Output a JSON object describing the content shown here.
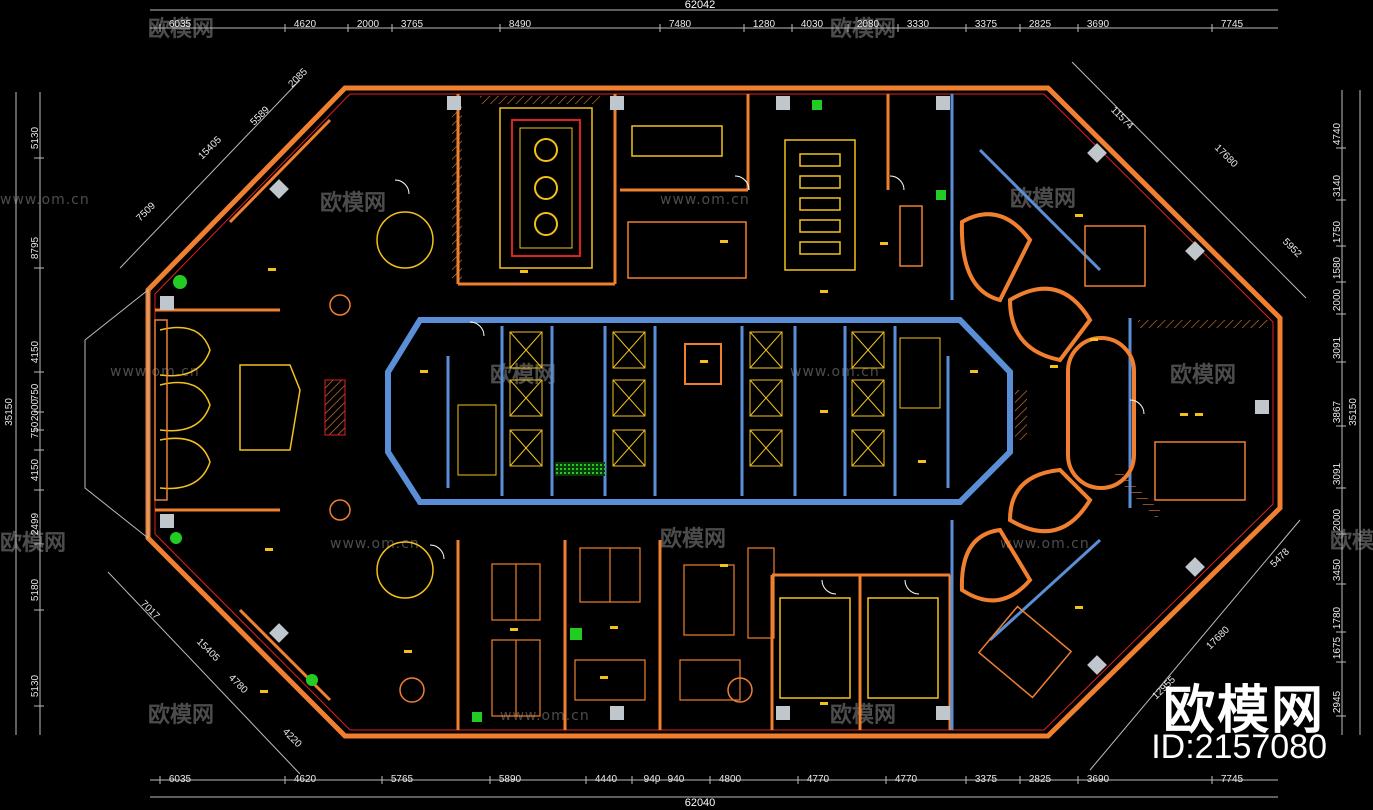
{
  "dimensions": {
    "total_top": "62042",
    "total_bottom": "62040",
    "top_row": [
      "6035",
      "4620",
      "2000",
      "3765",
      "8490",
      "7480",
      "1280",
      "4030",
      "2080",
      "3330",
      "3375",
      "2825",
      "3690",
      "7745"
    ],
    "bottom_row": [
      "6035",
      "4620",
      "5765",
      "5890",
      "4440",
      "940",
      "940",
      "4800",
      "4770",
      "4770",
      "3375",
      "2825",
      "3690",
      "7745"
    ],
    "left_col": [
      "5130",
      "8795",
      "4150",
      "750",
      "2000",
      "750",
      "4150",
      "2499",
      "5180",
      "5130"
    ],
    "left_total": "35150",
    "right_col": [
      "4740",
      "3140",
      "1750",
      "1580",
      "2000",
      "3091",
      "3867",
      "3091",
      "2000",
      "3450",
      "1780",
      "1675",
      "2945"
    ],
    "right_total": "35150",
    "diag_top_left": [
      "2085",
      "5589",
      "15405",
      "7509"
    ],
    "diag_top_right": [
      "11574",
      "17680",
      "5952"
    ],
    "diag_bottom_left": [
      "7017",
      "15405",
      "4780",
      "4220"
    ],
    "diag_bottom_right": [
      "5478",
      "17680",
      "12955"
    ]
  },
  "watermark": {
    "name": "欧模网",
    "url": "www.om.cn"
  },
  "brand": {
    "name": "欧模网",
    "id": "ID:2157080"
  },
  "colors": {
    "outer_wall": "#f08030",
    "inner_wall": "#5a8fd8",
    "furniture": "#f2c21a",
    "dimension": "#cfcfcf",
    "accent_red": "#e02020",
    "green": "#22cc22"
  }
}
